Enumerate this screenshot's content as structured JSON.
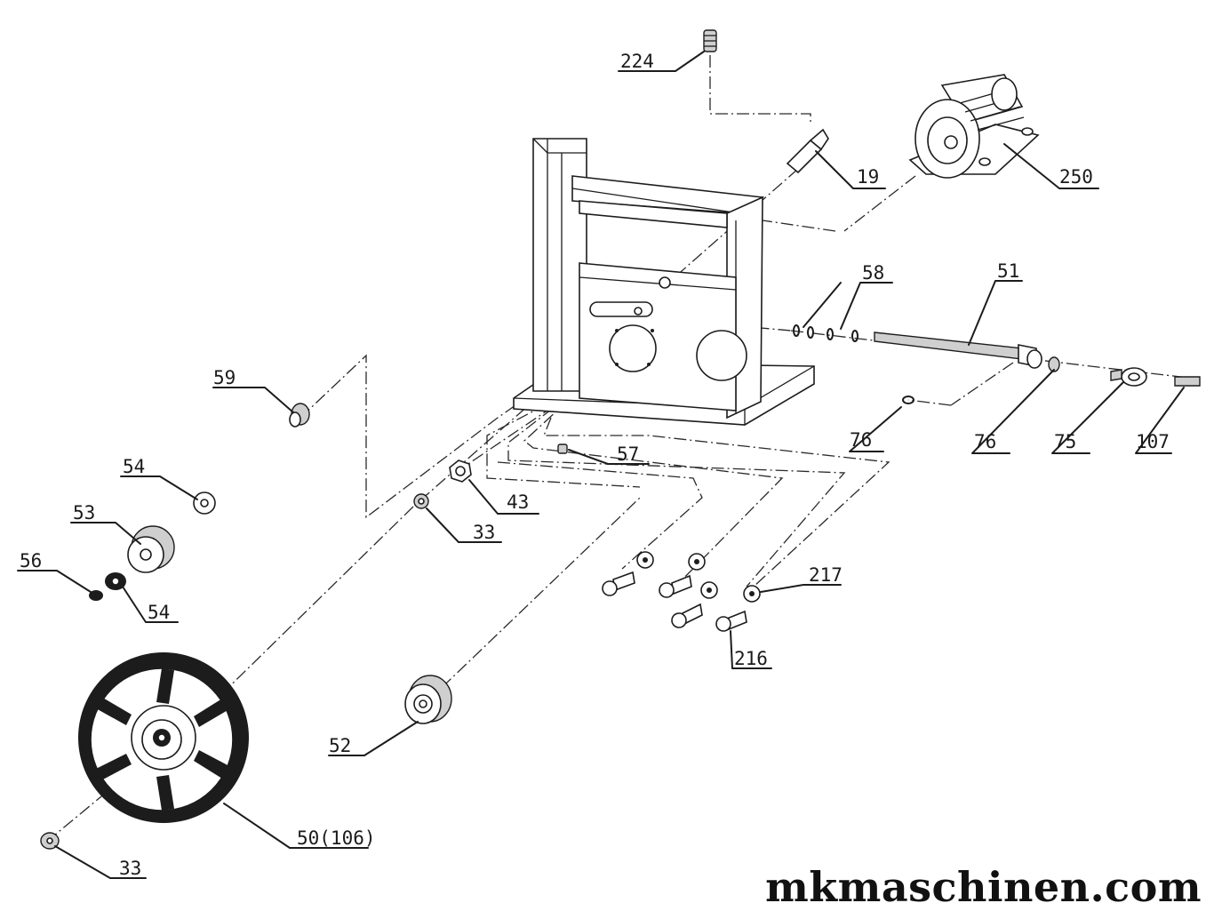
{
  "callouts": {
    "p224": "224",
    "p19": "19",
    "p250": "250",
    "p58": "58",
    "p51": "51",
    "p59": "59",
    "p54a": "54",
    "p53": "53",
    "p56": "56",
    "p54b": "54",
    "p43": "43",
    "p33a": "33",
    "p57": "57",
    "p76a": "76",
    "p76b": "76",
    "p75": "75",
    "p107": "107",
    "p217": "217",
    "p216": "216",
    "p52": "52",
    "p50": "50(106)",
    "p33b": "33"
  },
  "watermark": "mkmaschinen.com"
}
